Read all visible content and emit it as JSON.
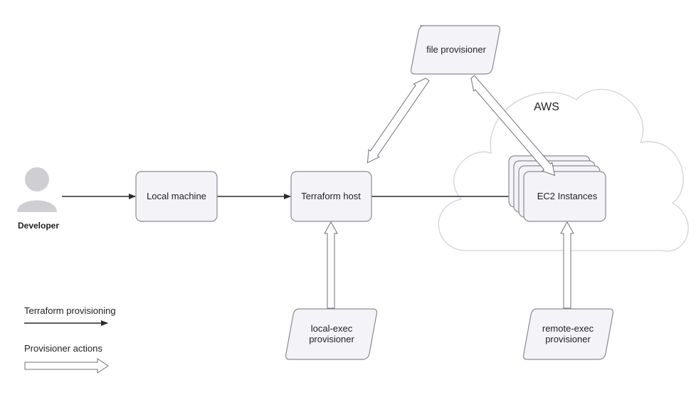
{
  "nodes": {
    "developer": "Developer",
    "local_machine": "Local machine",
    "terraform_host": "Terraform host",
    "ec2_instances": "EC2 Instances",
    "aws": "AWS",
    "file_provisioner": "file provisioner",
    "local_exec": [
      "local-exec",
      "provisioner"
    ],
    "remote_exec": [
      "remote-exec",
      "provisioner"
    ]
  },
  "legend": {
    "solid_label": "Terraform provisioning",
    "hollow_label": "Provisioner actions"
  }
}
